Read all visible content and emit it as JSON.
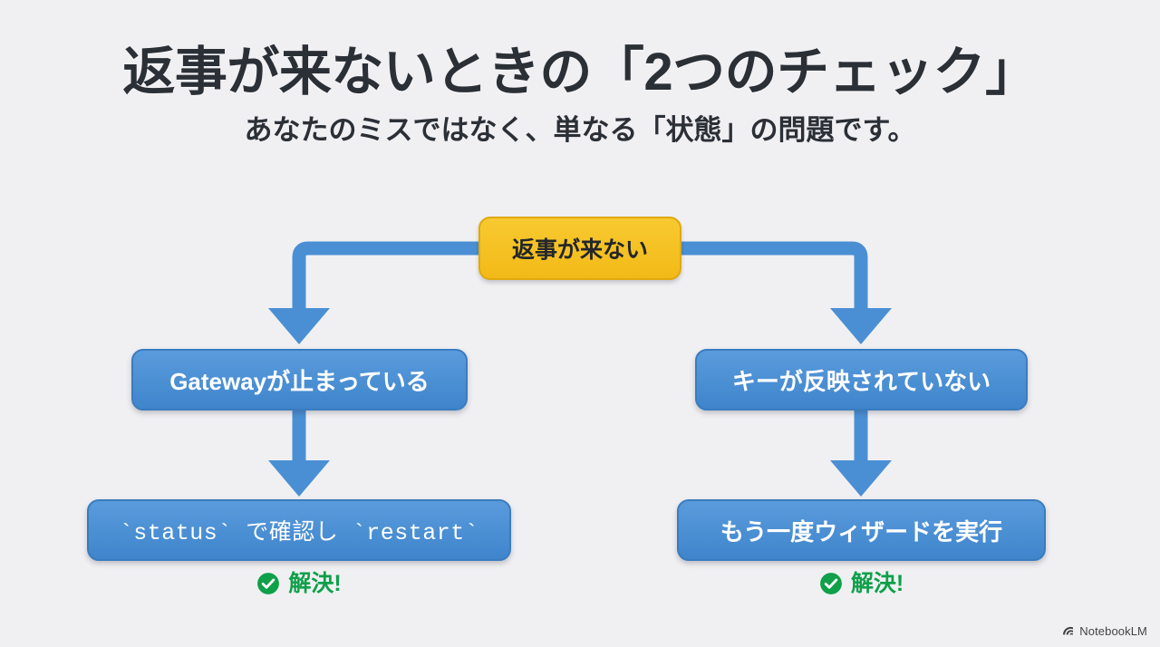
{
  "slide": {
    "title": "返事が来ないときの「2つのチェック」",
    "subtitle": "あなたのミスではなく、単なる「状態」の問題です。"
  },
  "colors": {
    "background": "#f0f0f3",
    "title_text": "#2b2f36",
    "root_node_fill": "#f5c32c",
    "root_node_border": "#e0a90c",
    "branch_node_fill": "#4a8fd4",
    "branch_node_border": "#3a7cbf",
    "connector": "#4a8fd4",
    "resolved_green": "#0fa04a"
  },
  "flowchart": {
    "root": {
      "label": "返事が来ない"
    },
    "branches": [
      {
        "cause": "Gatewayが止まっている",
        "action": "`status` で確認し `restart`",
        "action_is_code": true,
        "resolved_label": "解決!",
        "resolved_icon": "check-circle-icon"
      },
      {
        "cause": "キーが反映されていない",
        "action": "もう一度ウィザードを実行",
        "action_is_code": false,
        "resolved_label": "解決!",
        "resolved_icon": "check-circle-icon"
      }
    ]
  },
  "watermark": {
    "text": "NotebookLM",
    "icon": "notebooklm-logo-icon"
  }
}
